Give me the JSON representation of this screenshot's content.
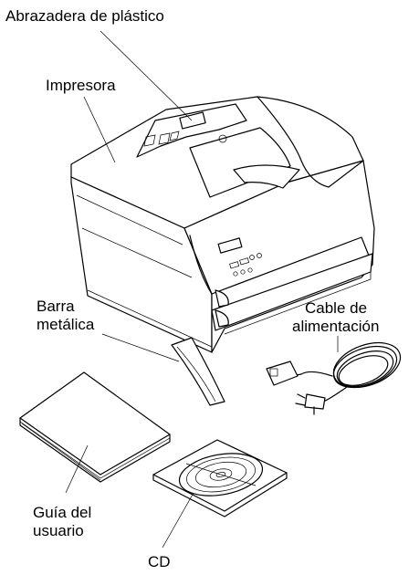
{
  "labels": {
    "clamp": "Abrazadera de plástico",
    "printer": "Impresora",
    "bar_line1": "Barra",
    "bar_line2": "metálica",
    "cable_line1": "Cable de",
    "cable_line2": "alimentación",
    "guide_line1": "Guía del",
    "guide_line2": "usuario",
    "cd": "CD"
  }
}
